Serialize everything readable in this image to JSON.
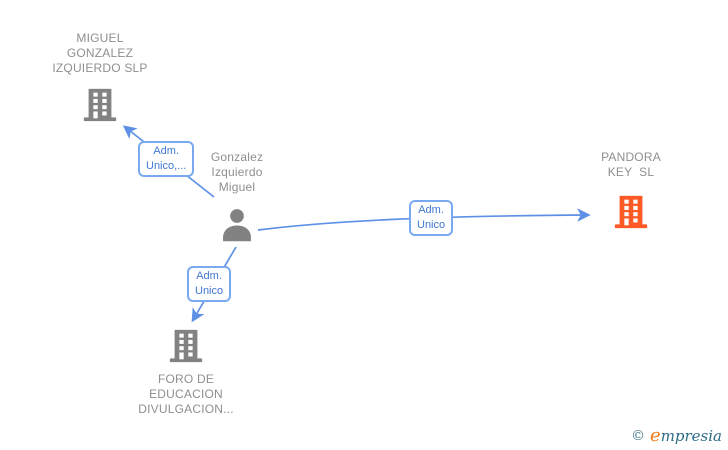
{
  "colors": {
    "canvas_bg": "#ffffff",
    "node_text": "#8f8f8f",
    "icon_gray": "#828282",
    "icon_orange": "#ff5a26",
    "edge_blue": "#5e91e5",
    "label_border": "#79aaf0",
    "label_text": "#4077d0",
    "brand_teal": "#4b7b8e",
    "brand_teal_dark": "#2d6b87",
    "brand_orange": "#ef7c1a"
  },
  "nodes": [
    {
      "id": "miguel-gonzalez-izquierdo-slp",
      "type": "company",
      "icon": "building-icon",
      "icon_color": "gray",
      "label": "MIGUEL\nGONZALEZ\nIZQUIERDO SLP"
    },
    {
      "id": "gonzalez-izquierdo-miguel",
      "type": "person",
      "icon": "person-icon",
      "icon_color": "gray",
      "label": "Gonzalez\nIzquierdo\nMiguel"
    },
    {
      "id": "pandora-key-sl",
      "type": "company",
      "icon": "building-icon",
      "icon_color": "orange",
      "label": "PANDORA\nKEY  SL"
    },
    {
      "id": "foro-de-educacion-divulgacion",
      "type": "company",
      "icon": "building-icon",
      "icon_color": "gray",
      "label": "FORO DE\nEDUCACION\nDIVULGACION..."
    }
  ],
  "edges": [
    {
      "from": "gonzalez-izquierdo-miguel",
      "to": "miguel-gonzalez-izquierdo-slp",
      "label": "Adm.\nUnico,..."
    },
    {
      "from": "gonzalez-izquierdo-miguel",
      "to": "pandora-key-sl",
      "label": "Adm.\nUnico"
    },
    {
      "from": "gonzalez-izquierdo-miguel",
      "to": "foro-de-educacion-divulgacion",
      "label": "Adm.\nUnico"
    }
  ],
  "footer": {
    "copyright_symbol": "©",
    "brand_initial": "e",
    "brand_rest": "mpresia"
  }
}
